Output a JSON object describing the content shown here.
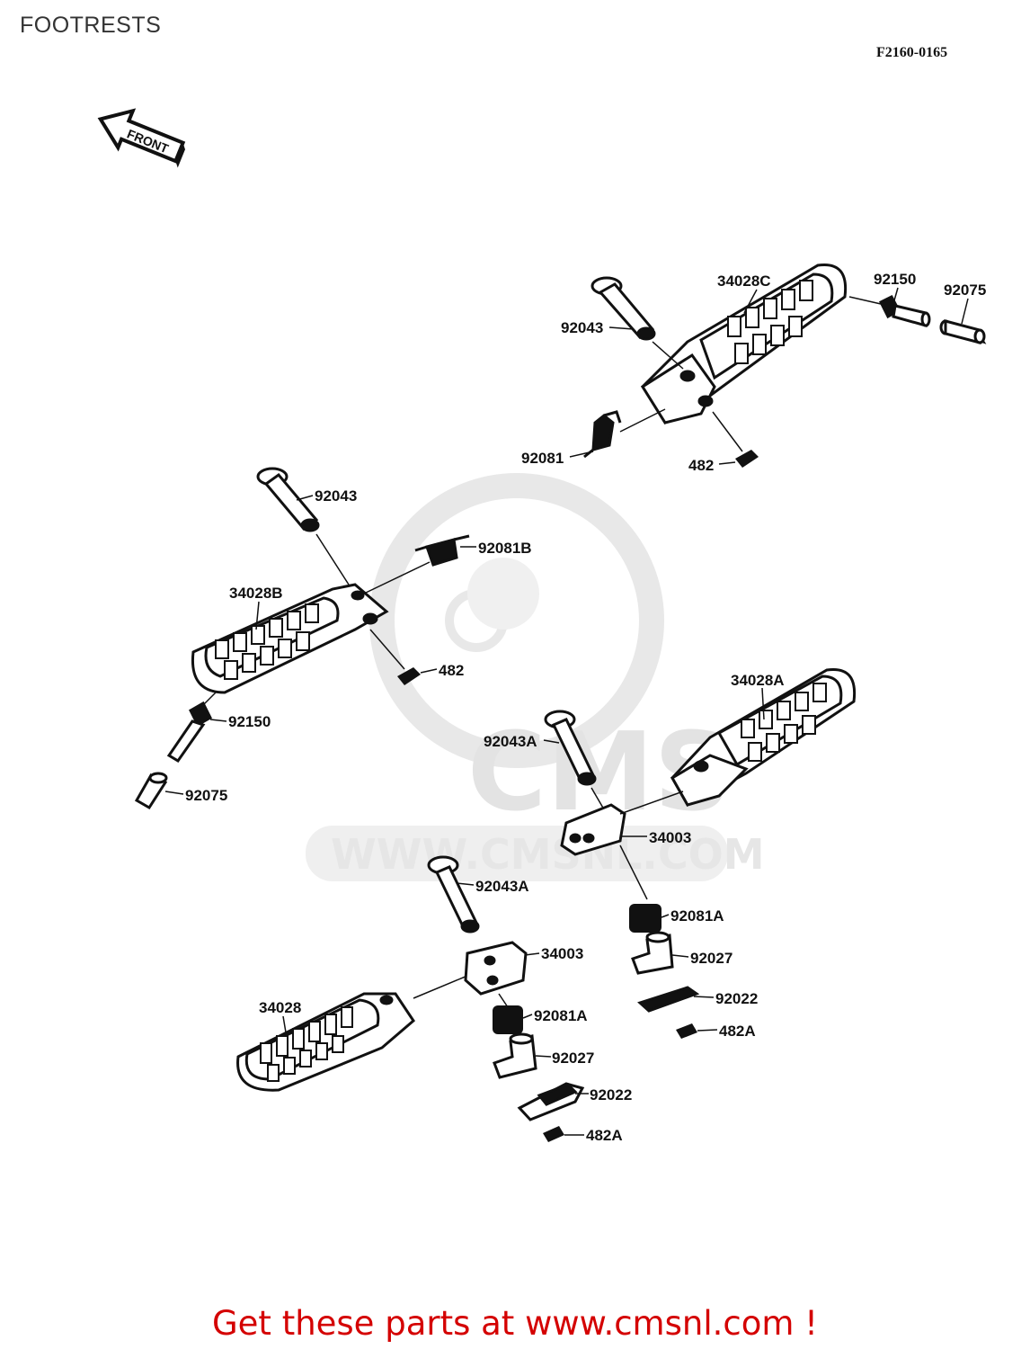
{
  "page": {
    "title": "FOOTRESTS",
    "diagram_code": "F2160-0165",
    "front_arrow_label": "FRONT",
    "watermark_logo": "CMS",
    "watermark_url": "WWW.CMSNL.COM",
    "footer_text": "Get these parts at www.cmsnl.com !"
  },
  "part_labels": {
    "p34028C": "34028C",
    "p92150_top": "92150",
    "p92075_top": "92075",
    "p92043_top": "92043",
    "p92081": "92081",
    "p482_top": "482",
    "p92043_left": "92043",
    "p92081B": "92081B",
    "p34028B": "34028B",
    "p482_left": "482",
    "p92150_left": "92150",
    "p92075_left": "92075",
    "p34028A": "34028A",
    "p92043A_upper": "92043A",
    "p34003_upper": "34003",
    "p92043A_lower": "92043A",
    "p92081A_right": "92081A",
    "p92027_right": "92027",
    "p92022_right": "92022",
    "p482A_right": "482A",
    "p34003_lower": "34003",
    "p34028": "34028",
    "p92081A_lower": "92081A",
    "p92027_lower": "92027",
    "p92022_lower": "92022",
    "p482A_lower": "482A"
  }
}
